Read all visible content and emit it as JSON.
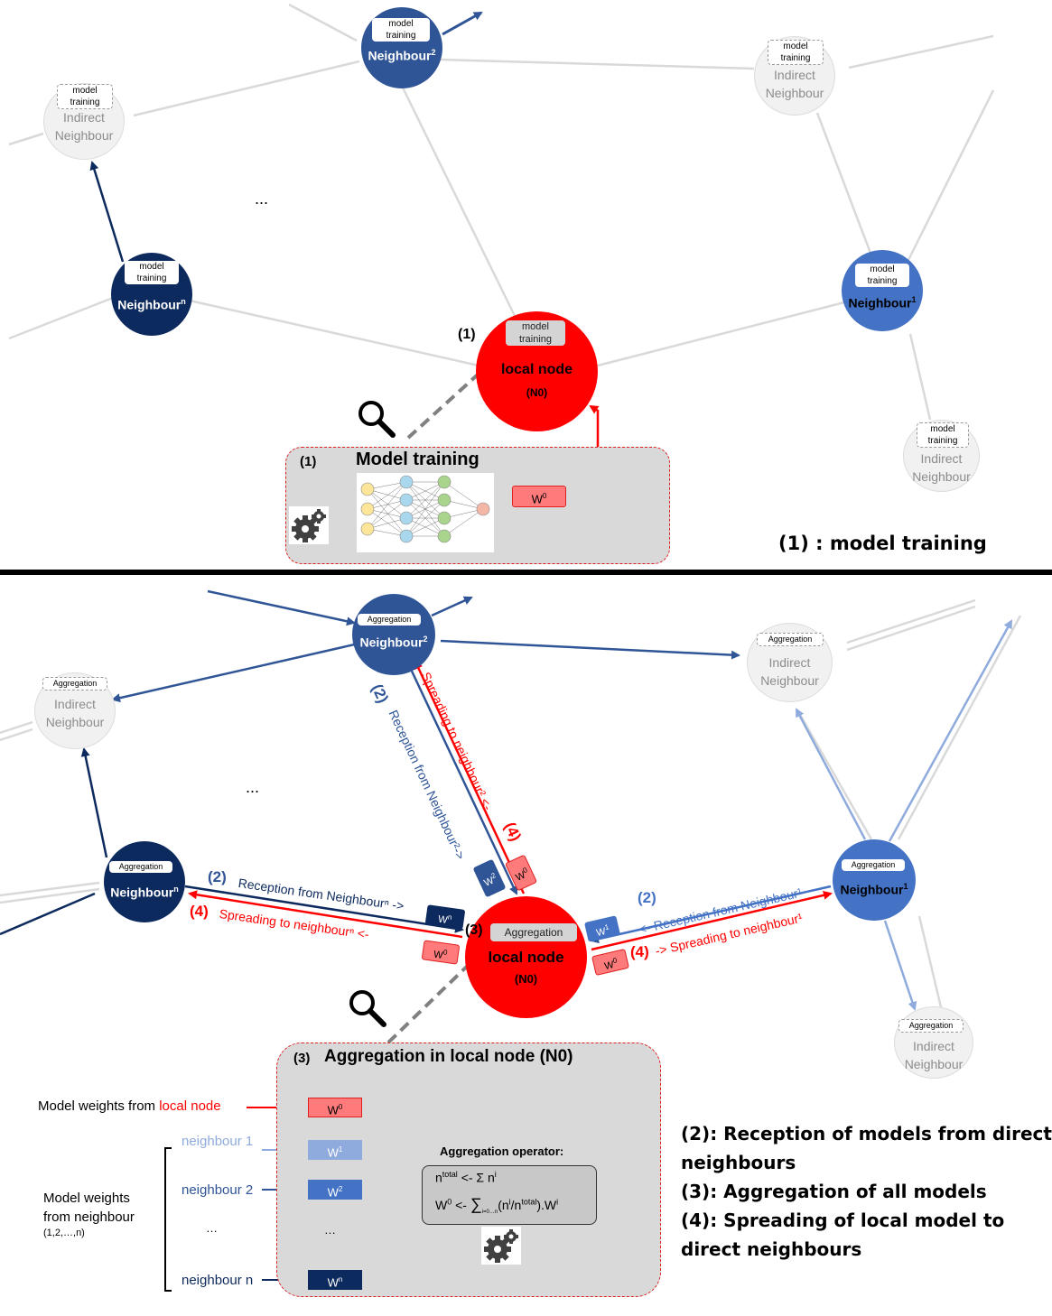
{
  "top": {
    "training_badge": "model\ntraining",
    "nodes": {
      "neighbour2": "Neighbour",
      "neighbour1": "Neighbour",
      "neighbourn": "Neighbour",
      "indirect": "Indirect\nNeighbour",
      "local_name": "local node",
      "local_id": "(N0)"
    },
    "step_marker": "(1)",
    "ellipsis": "...",
    "panel_marker": "(1)",
    "panel_title": "Model training",
    "w0": "W",
    "legend": "(1) : model training"
  },
  "bottom": {
    "aggregation_badge": "Aggregation",
    "step2": "(2)",
    "step3": "(3)",
    "step4": "(4)",
    "reception_n": "Reception from Neighbourⁿ ->",
    "spreading_n": "Spreading to neighbourⁿ  <-",
    "reception_2": "Reception from Neighbour²->",
    "spreading_2": "Spreading to neighbour² <-",
    "reception_1": "<- Reception from Neighbour¹",
    "spreading_1": "-> Spreading to neighbour¹",
    "ellipsis": "...",
    "panel_title_marker": "(3)",
    "panel_title": "Aggregation  in local node (N0)",
    "model_weights_local_prefix": "Model weights from ",
    "model_weights_local_suffix": "local node",
    "model_weights_neigh": "Model weights\nfrom neighbour",
    "model_weights_range": "(1,2,…,n)",
    "neighbour_rows": [
      "neighbour 1",
      "neighbour 2",
      "…",
      "neighbour n"
    ],
    "w_labels": [
      "W",
      "W",
      "W",
      "…",
      "W"
    ],
    "w_sups": [
      "0",
      "1",
      "2",
      "",
      "n"
    ],
    "operator_title": "Aggregation operator:",
    "formula_line1": "n",
    "formula_line1_sup": "total",
    "formula_line1_rest": " <- Σ n",
    "formula_line1_sup2": "i",
    "formula_line2": "W",
    "formula_line2_sup": "0",
    "formula_line2_rest1": " <- ",
    "formula_line2_sigma": "∑",
    "formula_line2_sub": "i=0…n",
    "formula_line2_rest2": "(n",
    "formula_line2_sup3": "i",
    "formula_line2_rest3": "/n",
    "formula_line2_sup4": "total",
    "formula_line2_rest4": ").W",
    "formula_line2_sup5": "i",
    "legend": [
      "(2): Reception of models from direct",
      "neighbours",
      "(3): Aggregation of all models",
      "(4): Spreading of local model to",
      "direct neighbours"
    ]
  },
  "colors": {
    "local": "#ff0000",
    "neighbour_dark": "#0d2a5e",
    "neighbour_mid": "#2f5597",
    "neighbour_light": "#4472c4",
    "indirect": "#f1f1f1",
    "edge": "#d9d9d9",
    "panel": "#d9d9d9"
  },
  "icons": [
    "magnifier-icon",
    "gear-icon",
    "neural-network-image"
  ]
}
